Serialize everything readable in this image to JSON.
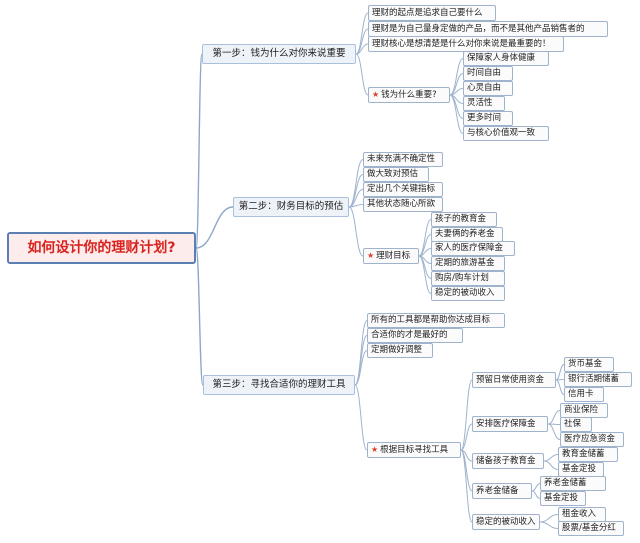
{
  "root": "如何设计你的理财计划?",
  "steps": [
    {
      "label": "第一步：钱为什么对你来说重要",
      "items": [
        "理财的起点是追求自己要什么",
        "理财是为自己量身定做的产品，而不是其他产品销售者的",
        "理财核心是想清楚是什么对你来说是最重要的！"
      ],
      "starred": {
        "label": "钱为什么重要?",
        "items": [
          "保障家人身体健康",
          "时间自由",
          "心灵自由",
          "灵活性",
          "更多时间",
          "与核心价值观一致"
        ]
      }
    },
    {
      "label": "第二步：财务目标的预估",
      "items": [
        "未来充满不确定性",
        "做大致对预估",
        "定出几个关键指标",
        "其他状态随心所欲"
      ],
      "starred": {
        "label": "理财目标",
        "items": [
          "孩子的教育金",
          "夫妻俩的养老金",
          "家人的医疗保障金",
          "定期的旅游基金",
          "购房/购车计划",
          "稳定的被动收入"
        ]
      }
    },
    {
      "label": "第三步：寻找合适你的理财工具",
      "items": [
        "所有的工具都是帮助你达成目标",
        "合适你的才是最好的",
        "定期做好调整"
      ],
      "starred": {
        "label": "根据目标寻找工具",
        "groups": [
          {
            "label": "预留日常使用资金",
            "items": [
              "货币基金",
              "银行活期储蓄",
              "信用卡"
            ]
          },
          {
            "label": "安排医疗保障金",
            "items": [
              "商业保险",
              "社保",
              "医疗应急资金"
            ]
          },
          {
            "label": "储备孩子教育金",
            "items": [
              "教育金储蓄",
              "基金定投"
            ]
          },
          {
            "label": "养老金储备",
            "items": [
              "养老金储蓄",
              "基金定投"
            ]
          },
          {
            "label": "稳定的被动收入",
            "items": [
              "租金收入",
              "股票/基金分红"
            ]
          }
        ]
      }
    }
  ]
}
